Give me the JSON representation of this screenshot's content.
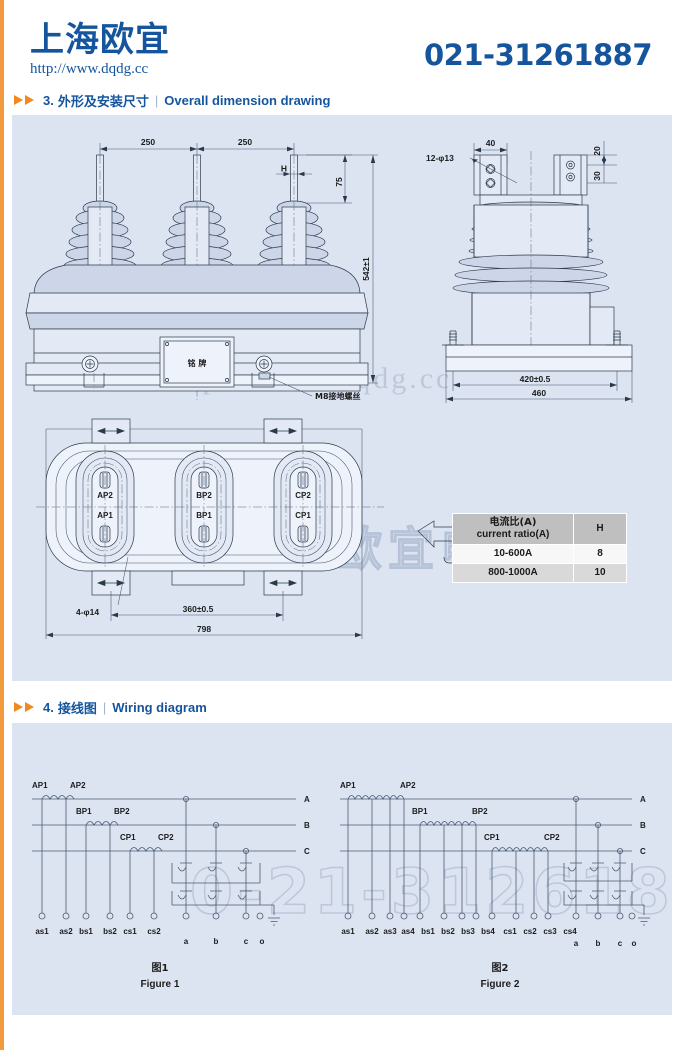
{
  "brand": {
    "name_cn": "上海欧宜",
    "url": "http://www.dqdg.cc",
    "phone": "021-31261887",
    "accent_blue": "#15559e",
    "accent_orange": "#f08a1c",
    "panel_bg": "#dce4f2"
  },
  "sections": [
    {
      "num": "3.",
      "title_cn": "外形及安装尺寸",
      "separator": "|",
      "title_en": "Overall dimension drawing"
    },
    {
      "num": "4.",
      "title_cn": "接线图",
      "separator": "|",
      "title_en": "Wiring diagram"
    }
  ],
  "watermarks": {
    "url_top": "http://www.dqdg.cc",
    "cn_mid": "上海欧宜电气",
    "number_bottom": "0-21-31261887"
  },
  "dimension_drawing": {
    "front_view": {
      "dims": {
        "pitch_left": "250",
        "pitch_right": "250",
        "bushing_h_label": "H",
        "bushing_top": "75",
        "total_height": "542±1"
      },
      "labels": {
        "nameplate": "铭 牌",
        "ground_screw": "M8接地螺丝"
      }
    },
    "side_view": {
      "dims": {
        "terminal_width": "40",
        "hole_spec": "12-φ13",
        "gap_top": "20",
        "gap_bottom": "30",
        "base_holes": "420±0.5",
        "base_width": "460"
      }
    },
    "top_view": {
      "terminals": [
        "AP2",
        "AP1",
        "BP2",
        "BP1",
        "CP2",
        "CP1"
      ],
      "dims": {
        "mount_holes": "4-φ14",
        "hole_pitch": "360±0.5",
        "overall_length": "798"
      }
    }
  },
  "ratio_table": {
    "headers": [
      "电流比(A)",
      "current ratio(A)",
      "H"
    ],
    "header_ratio_cn": "电流比(A)",
    "header_ratio_en": "current ratio(A)",
    "header_h": "H",
    "rows": [
      {
        "ratio": "10-600A",
        "h": "8"
      },
      {
        "ratio": "800-1000A",
        "h": "10"
      }
    ]
  },
  "wiring": {
    "figure1": {
      "caption_cn": "图1",
      "caption_en": "Figure 1",
      "primary_labels": [
        "AP1",
        "AP2",
        "BP1",
        "BP2",
        "CP1",
        "CP2"
      ],
      "phase_labels": [
        "A",
        "B",
        "C"
      ],
      "secondary_terminals": [
        "as1",
        "as2",
        "bs1",
        "bs2",
        "cs1",
        "cs2"
      ],
      "output_terminals": [
        "a",
        "b",
        "c",
        "o"
      ]
    },
    "figure2": {
      "caption_cn": "图2",
      "caption_en": "Figure 2",
      "primary_labels": [
        "AP1",
        "AP2",
        "BP1",
        "BP2",
        "CP1",
        "CP2"
      ],
      "phase_labels": [
        "A",
        "B",
        "C"
      ],
      "secondary_terminals": [
        "as1",
        "as2",
        "as3",
        "as4",
        "bs1",
        "bs2",
        "bs3",
        "bs4",
        "cs1",
        "cs2",
        "cs3",
        "cs4"
      ],
      "output_terminals": [
        "a",
        "b",
        "c",
        "o"
      ]
    }
  }
}
